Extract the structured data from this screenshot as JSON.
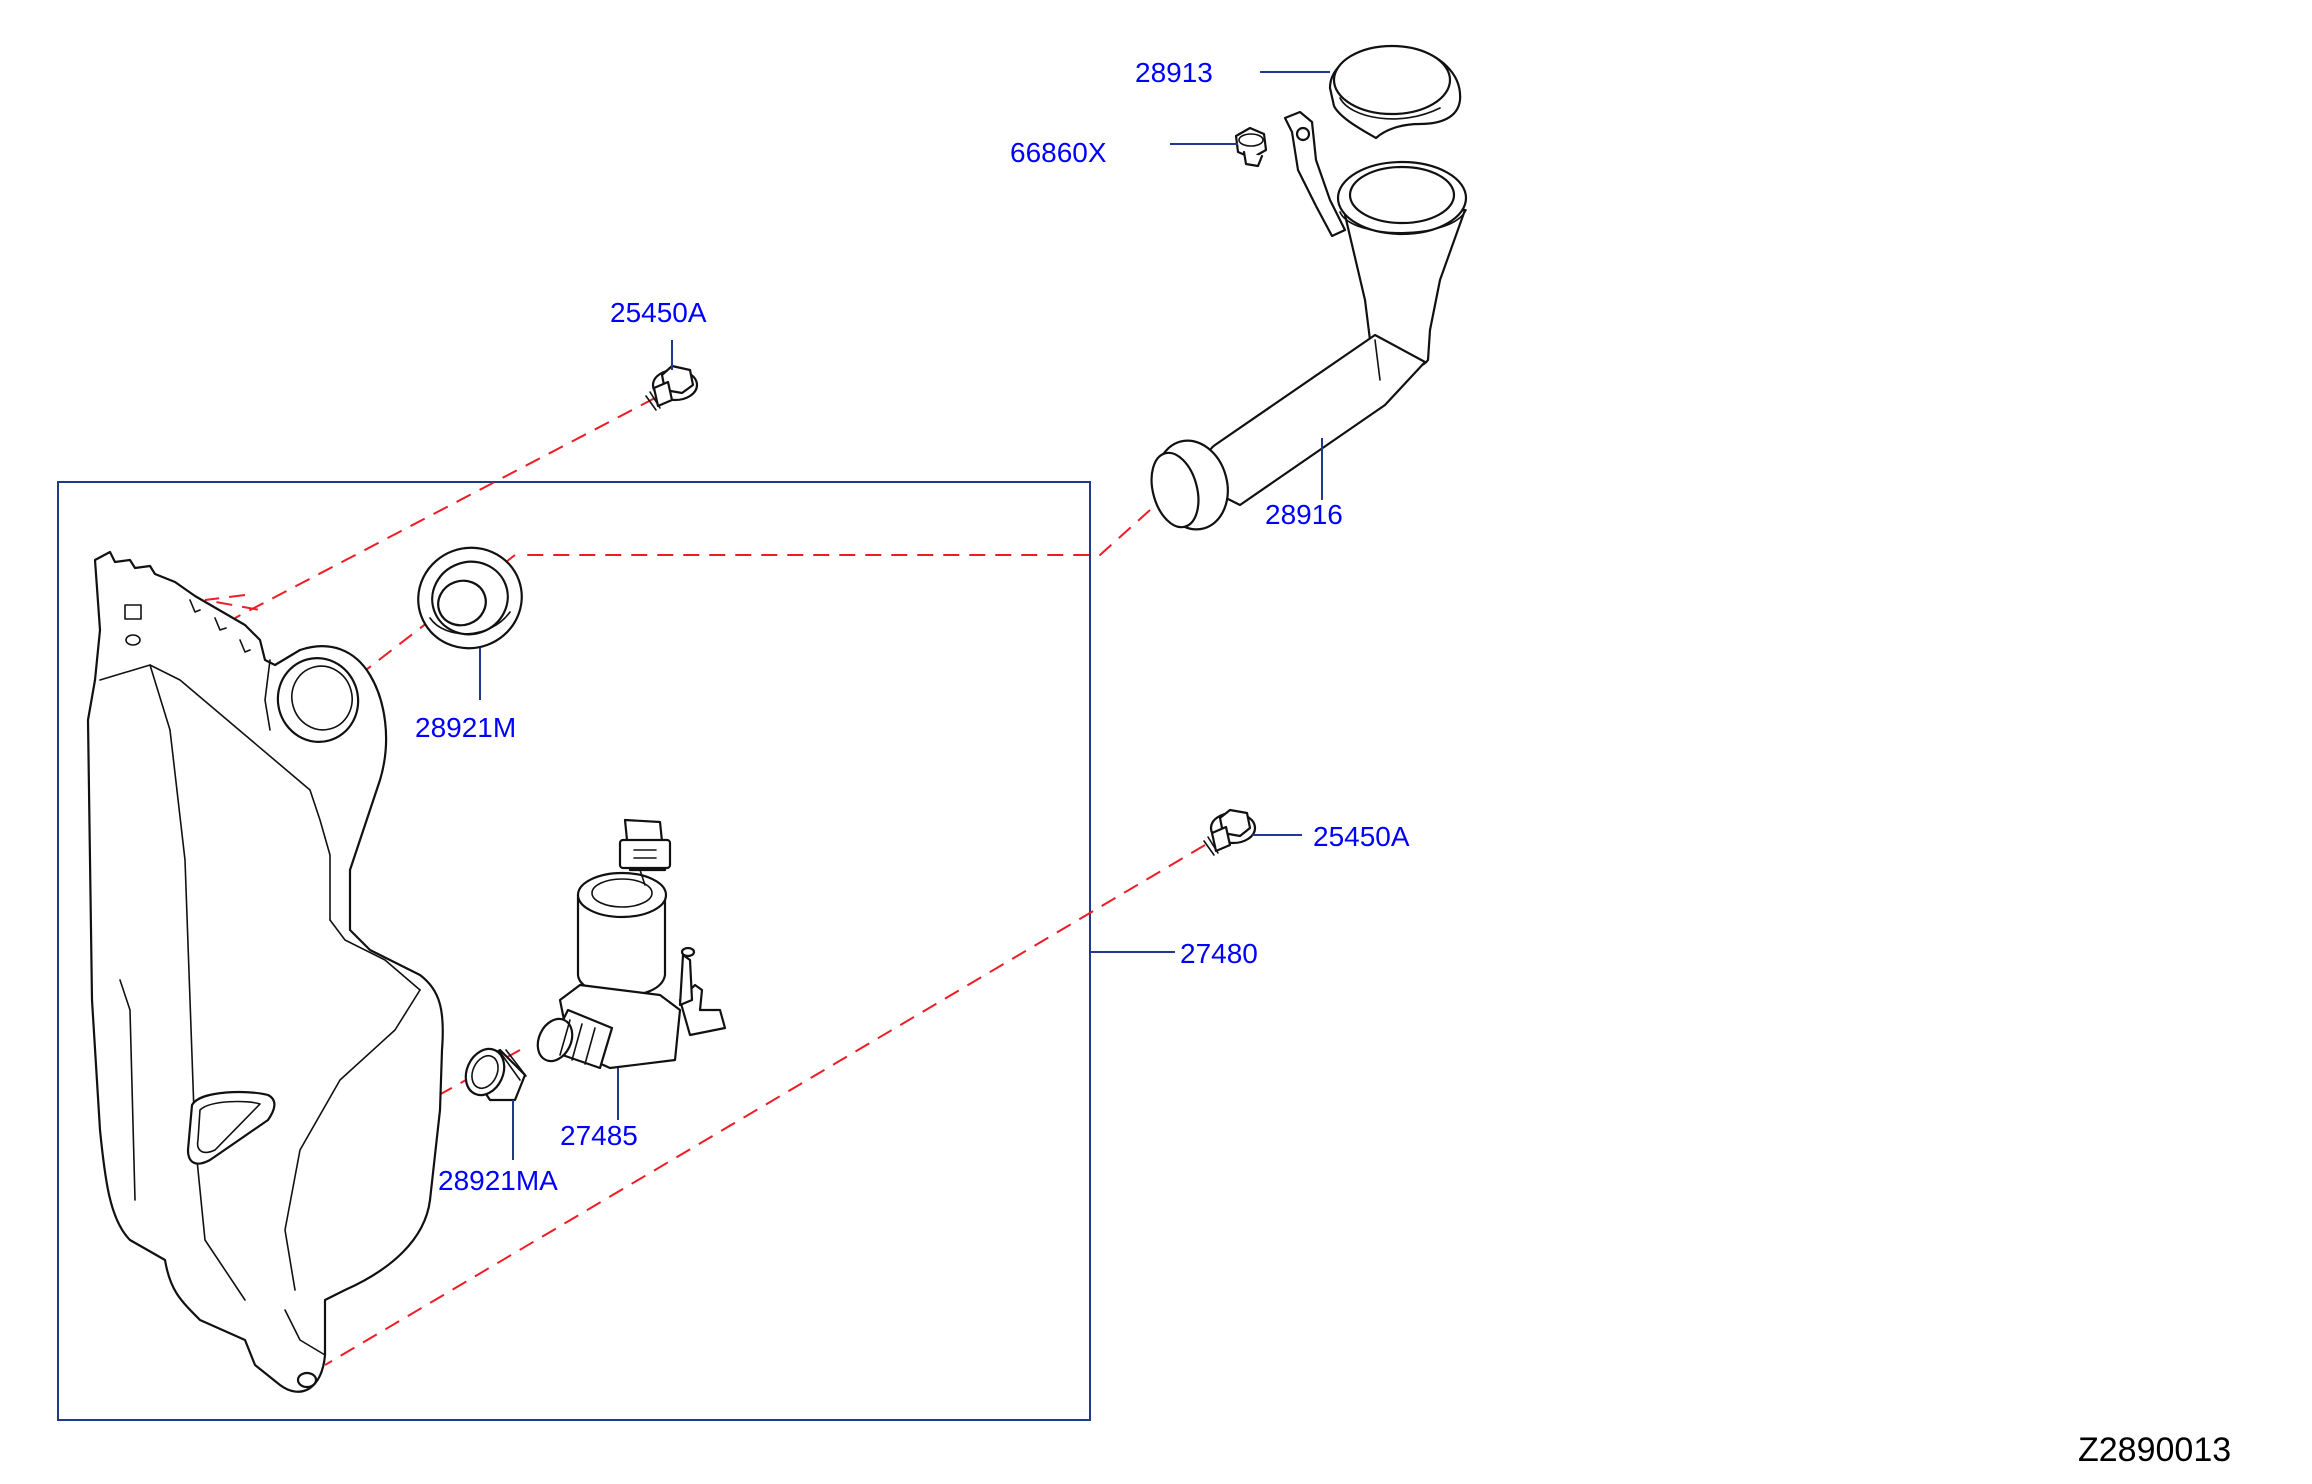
{
  "diagram": {
    "id_label": "Z2890013",
    "parts": [
      {
        "key": "cap",
        "number": "28913"
      },
      {
        "key": "nut",
        "number": "66860X"
      },
      {
        "key": "bolt_upper",
        "number": "25450A"
      },
      {
        "key": "filler_pipe",
        "number": "28916"
      },
      {
        "key": "grommet_upper",
        "number": "28921M"
      },
      {
        "key": "bolt_right",
        "number": "25450A"
      },
      {
        "key": "tank_assembly",
        "number": "27480"
      },
      {
        "key": "pump",
        "number": "27485"
      },
      {
        "key": "grommet_pump",
        "number": "28921MA"
      }
    ],
    "colors": {
      "label": "#0000ff",
      "leader": "#1f3a8a",
      "dashed_line": "#ee1c25",
      "outline": "#111111"
    }
  }
}
